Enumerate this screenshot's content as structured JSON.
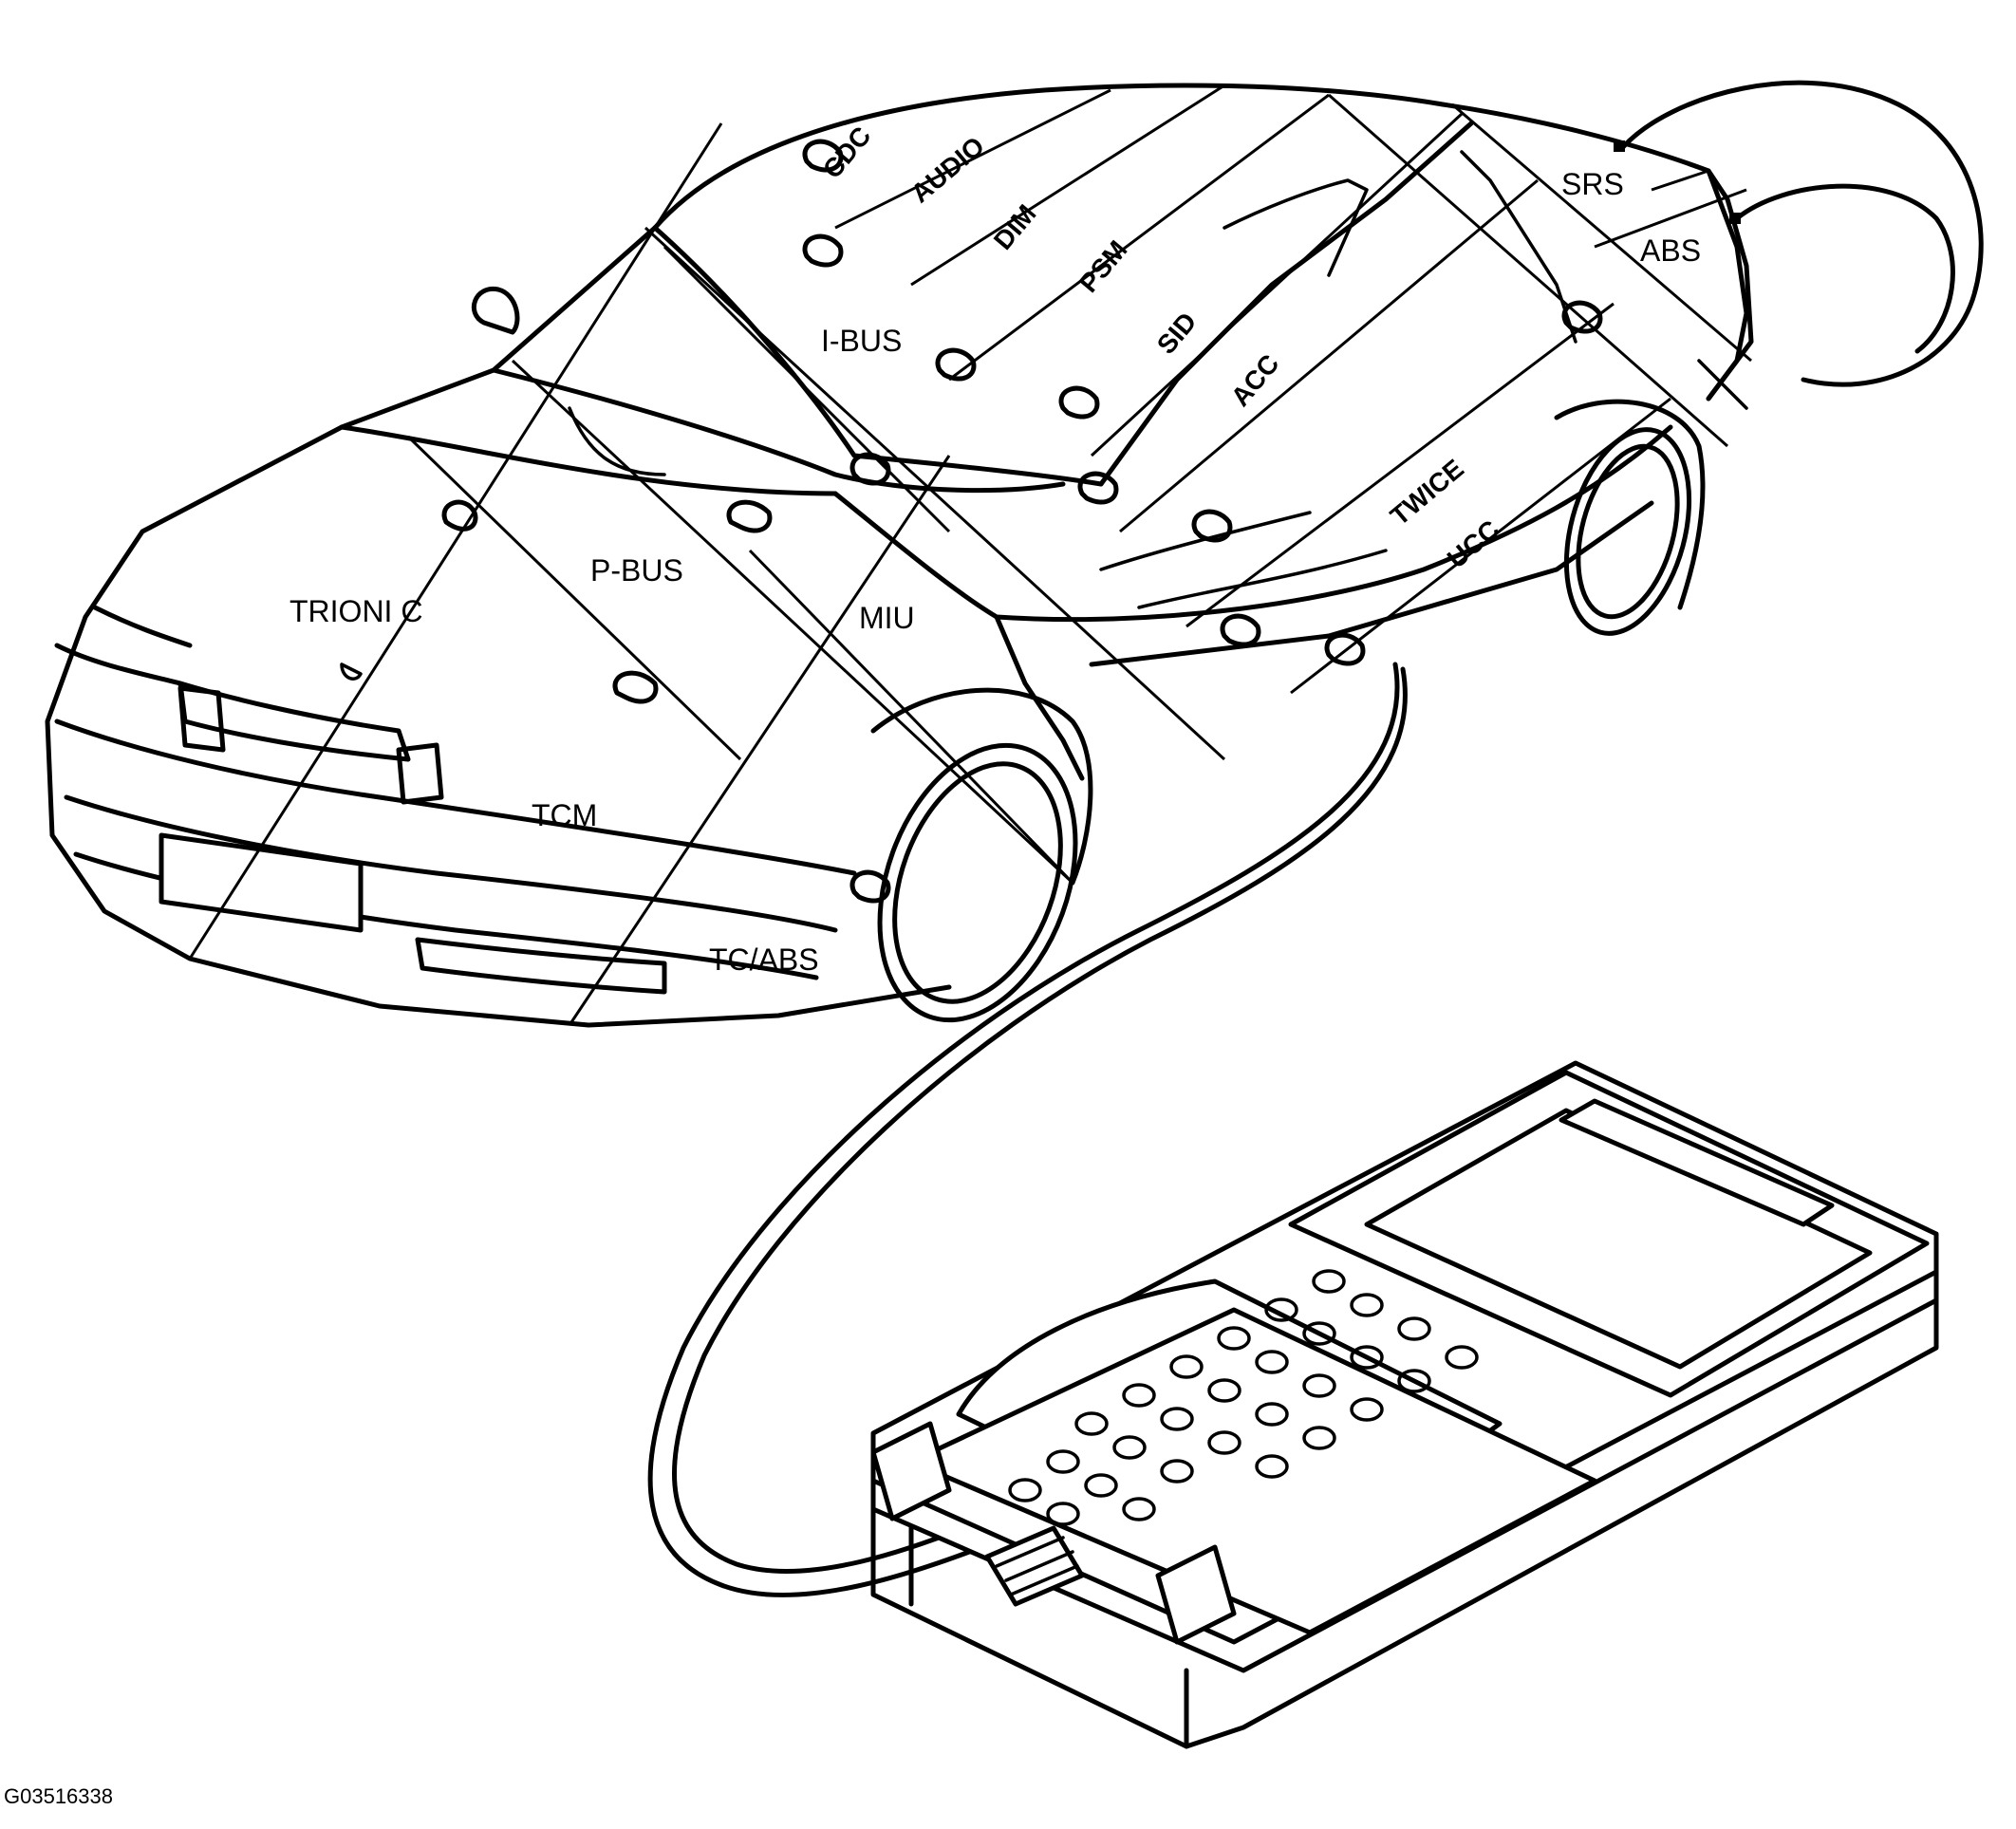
{
  "diagram": {
    "figure_id": "G03516338",
    "module_labels": {
      "trionic": "TRIONI C",
      "p_bus": "P-BUS",
      "i_bus": "I-BUS",
      "miu": "MIU",
      "tcm": "TCM",
      "tc_abs": "TC/ABS",
      "srs": "SRS",
      "abs": "ABS",
      "sid": "SID",
      "acc": "ACC",
      "cdc": "CDC",
      "audio": "AUDIO",
      "dim": "DIM",
      "two": "TWICE",
      "ucc": "UCC",
      "psm": "PSM"
    }
  }
}
